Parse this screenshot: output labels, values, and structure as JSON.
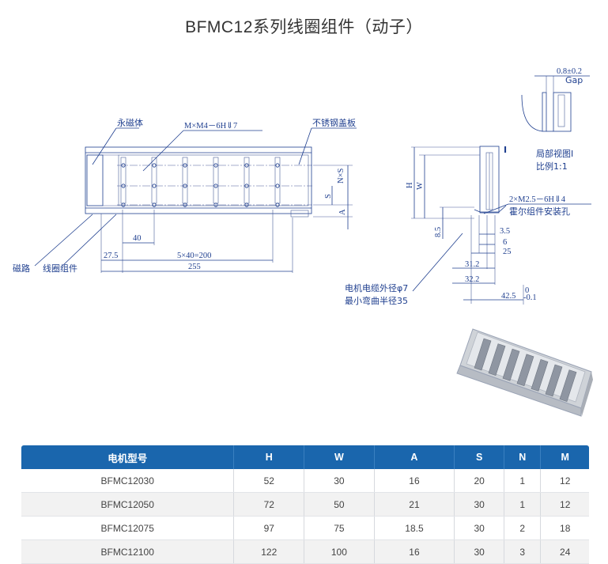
{
  "title": "BFMC12系列线圈组件（动子）",
  "labels": {
    "magnet": "永磁体",
    "thread_spec": "M×M4－6H⇓7",
    "cover": "不锈钢盖板",
    "magnetic_path": "磁路",
    "coil_assembly": "线圈组件",
    "dim_40": "40",
    "dim_27_5": "27.5",
    "dim_5x40": "5×40=200",
    "dim_255": "255",
    "dim_H": "H",
    "dim_W": "W",
    "dim_N_S": "N×S",
    "dim_S": "S",
    "dim_A": "A",
    "gap_value": "0.8±0.2",
    "gap_label": "Gap",
    "partial_view": "局部视图I",
    "scale": "比例1:1",
    "marker_I": "I",
    "hall_thread": "2×M2.5－6H⇓4",
    "hall_hole": "霍尔组件安装孔",
    "dim_8_5": "8.5",
    "dim_3_5": "3.5",
    "dim_6": "6",
    "dim_25": "25",
    "dim_31_2": "31.2",
    "dim_32_2": "32.2",
    "dim_42_5": "42.5",
    "tol_upper": "0",
    "tol_lower": "-0.1",
    "cable": "电机电缆外径φ7",
    "bend": "最小弯曲半径35"
  },
  "table": {
    "headers": [
      "电机型号",
      "H",
      "W",
      "A",
      "S",
      "N",
      "M"
    ],
    "rows": [
      [
        "BFMC12030",
        "52",
        "30",
        "16",
        "20",
        "1",
        "12"
      ],
      [
        "BFMC12050",
        "72",
        "50",
        "21",
        "30",
        "1",
        "12"
      ],
      [
        "BFMC12075",
        "97",
        "75",
        "18.5",
        "30",
        "2",
        "18"
      ],
      [
        "BFMC12100",
        "122",
        "100",
        "16",
        "30",
        "3",
        "24"
      ]
    ]
  },
  "colors": {
    "line": "#1f3f8f",
    "table_header": "#1a66ad",
    "stripe": "#f2f2f2"
  }
}
